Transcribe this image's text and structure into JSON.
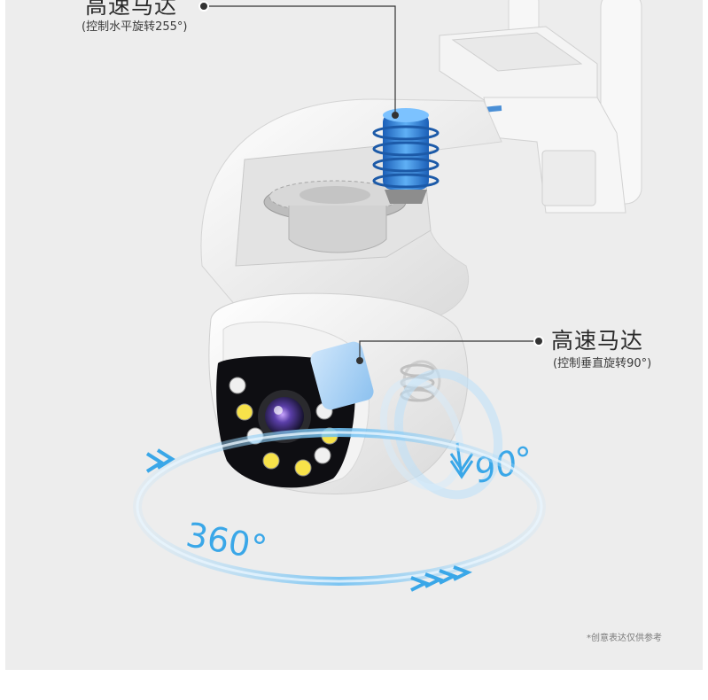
{
  "callouts": {
    "top": {
      "title": "高速马达",
      "subtitle": "(控制水平旋转255°)"
    },
    "right": {
      "title": "高速马达",
      "subtitle": "(控制垂直旋转90°)"
    }
  },
  "rotation_labels": {
    "vertical": "90°",
    "horizontal": "360°"
  },
  "note": "*创意表达仅供参考",
  "colors": {
    "arrow_blue": "#3aa7e8",
    "motor_blue": "#2f7fd6",
    "leader_line": "#333333"
  }
}
